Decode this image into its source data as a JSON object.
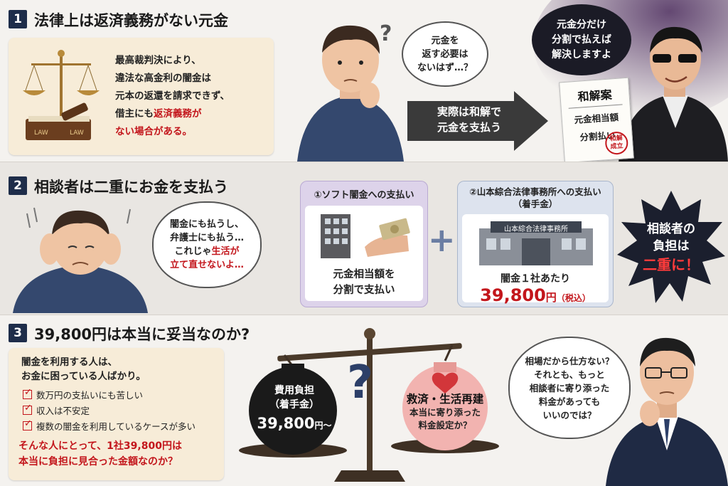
{
  "section1": {
    "number": "1",
    "title": "法律上は返済義務がない元金",
    "card_lines": [
      "最高裁判決により、",
      "違法な高金利の闇金は",
      "元本の返還を請求できず、"
    ],
    "card_line4_a": "借主にも",
    "card_line4_b": "返済義務が",
    "card_line5": "ない場合がある。",
    "book_label_1": "LAW",
    "book_label_2": "LAW",
    "thought_bubble": "元金を\n返す必要は\nないはず…？",
    "question_mark": "?",
    "arrow_text": "実際は和解で\n元金を支払う",
    "dark_bubble": "元金分だけ\n分割で払えば\n解決しますよ",
    "doc_title": "和解案",
    "doc_lines": [
      "元金相当額",
      "分割払い"
    ],
    "stamp": "和解\n成立"
  },
  "section2": {
    "number": "2",
    "title": "相談者は二重にお金を支払う",
    "bubble_lines": [
      "闇金にも払うし、",
      "弁護士にも払う…"
    ],
    "bubble_line3_a": "これじゃ",
    "bubble_line3_b": "生活が",
    "bubble_line4": "立て直せないよ…",
    "panel1_title": "①ソフト闇金への支払い",
    "panel1_text": "元金相当額を\n分割で支払い",
    "plus": "+",
    "panel2_title": "②山本綜合法律事務所への支払い\n（着手金）",
    "office_sign": "山本綜合法律事務所",
    "panel2_sub": "闇金１社あたり",
    "panel2_price": "39,800",
    "panel2_unit": "円",
    "panel2_tax": "（税込）",
    "burst_line1": "相談者の",
    "burst_line2": "負担は",
    "burst_line3": "二重に！"
  },
  "section3": {
    "number": "3",
    "title": "39,800円は本当に妥当なのか?",
    "card_lines": [
      "闇金を利用する人は、",
      "お金に困っている人ばかり。"
    ],
    "checks": [
      "数万円の支払いにも苦しい",
      "収入は不安定",
      "複数の闇金を利用しているケースが多い"
    ],
    "conclusion": [
      "そんな人にとって、1社39,800円は",
      "本当に負担に見合った金額なのか？"
    ],
    "black_weight_title": "費用負担\n（着手金）",
    "black_weight_price": "39,800",
    "black_weight_unit": "円〜",
    "question_mark": "?",
    "pink_weight_title": "救済・生活再建",
    "pink_weight_text": "本当に寄り添った\n料金設定か？",
    "thought_bubble": "相場だから仕方ない？\nそれとも、もっと\n相談者に寄り添った\n料金があっても\nいいのでは？"
  },
  "colors": {
    "navy": "#1e2d4a",
    "red": "#c3161c",
    "card": "#f7ecd8",
    "panel1": "#ddd3ea",
    "panel2": "#dde3ee"
  }
}
